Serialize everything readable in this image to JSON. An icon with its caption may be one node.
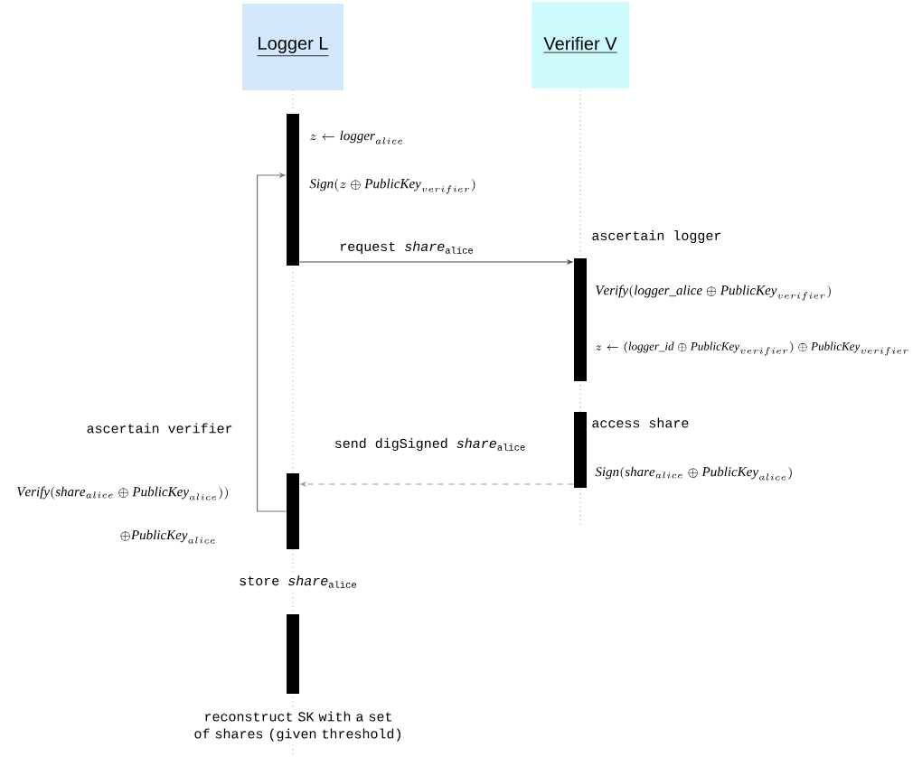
{
  "diagram": {
    "nodes": [
      {
        "text": [
          "Logger  L"
        ]
      },
      {
        "text": [
          "Verifier  V"
        ]
      },
      {
        "text": [],
        "shape": "bar",
        "beside": [
          "z \\leftarrow \\mathit{logger}_{alice}",
          "\\mathit{Sign}(z \\oplus \\mathit{PublicKey}_{verifier})"
        ]
      },
      {
        "text": [],
        "shape": "bar",
        "beside": [
          "ascertain logger",
          "\\mathit{Verify}(\\mathit{logger\\_alice} \\oplus \\mathit{PublicKey}_{verifier})",
          "z \\leftarrow (\\mathit{logger\\_id} \\oplus \\mathit{PublicKey}_{verifier}) \\oplus \\mathit{PublicKey}_{verifier}"
        ]
      },
      {
        "text": [],
        "shape": "bar",
        "beside": [
          "access share",
          "\\mathit{Sign}(\\mathit{share}_{alice} \\oplus \\mathit{PublicKey}_{alice})"
        ]
      },
      {
        "text": [],
        "shape": "bar",
        "beside": [
          "ascertain verifier",
          "\\mathit{Verify}(\\mathit{share}_{alice} \\oplus \\mathit{PublicKey}_{alice}))",
          "\\oplus \\mathit{PublicKey}_{alice}",
          "store *share*$_{alice}$"
        ]
      },
      {
        "text": [],
        "shape": "bar",
        "beside": [
          "reconstruct SK with a set of shares (given threshold)"
        ]
      }
    ],
    "edges": [
      {
        "from": 2,
        "to": 3,
        "arrow": "to",
        "label": "request *share*$_{alice}$"
      },
      {
        "from": 4,
        "to": 5,
        "arrow": "to",
        "label": "send digSigned *share*$_{alice}$",
        "style": "dashed",
        "color": "#999999"
      },
      {
        "from": 5,
        "to": 2,
        "arrow": "to",
        "color": "#777777"
      }
    ]
  }
}
